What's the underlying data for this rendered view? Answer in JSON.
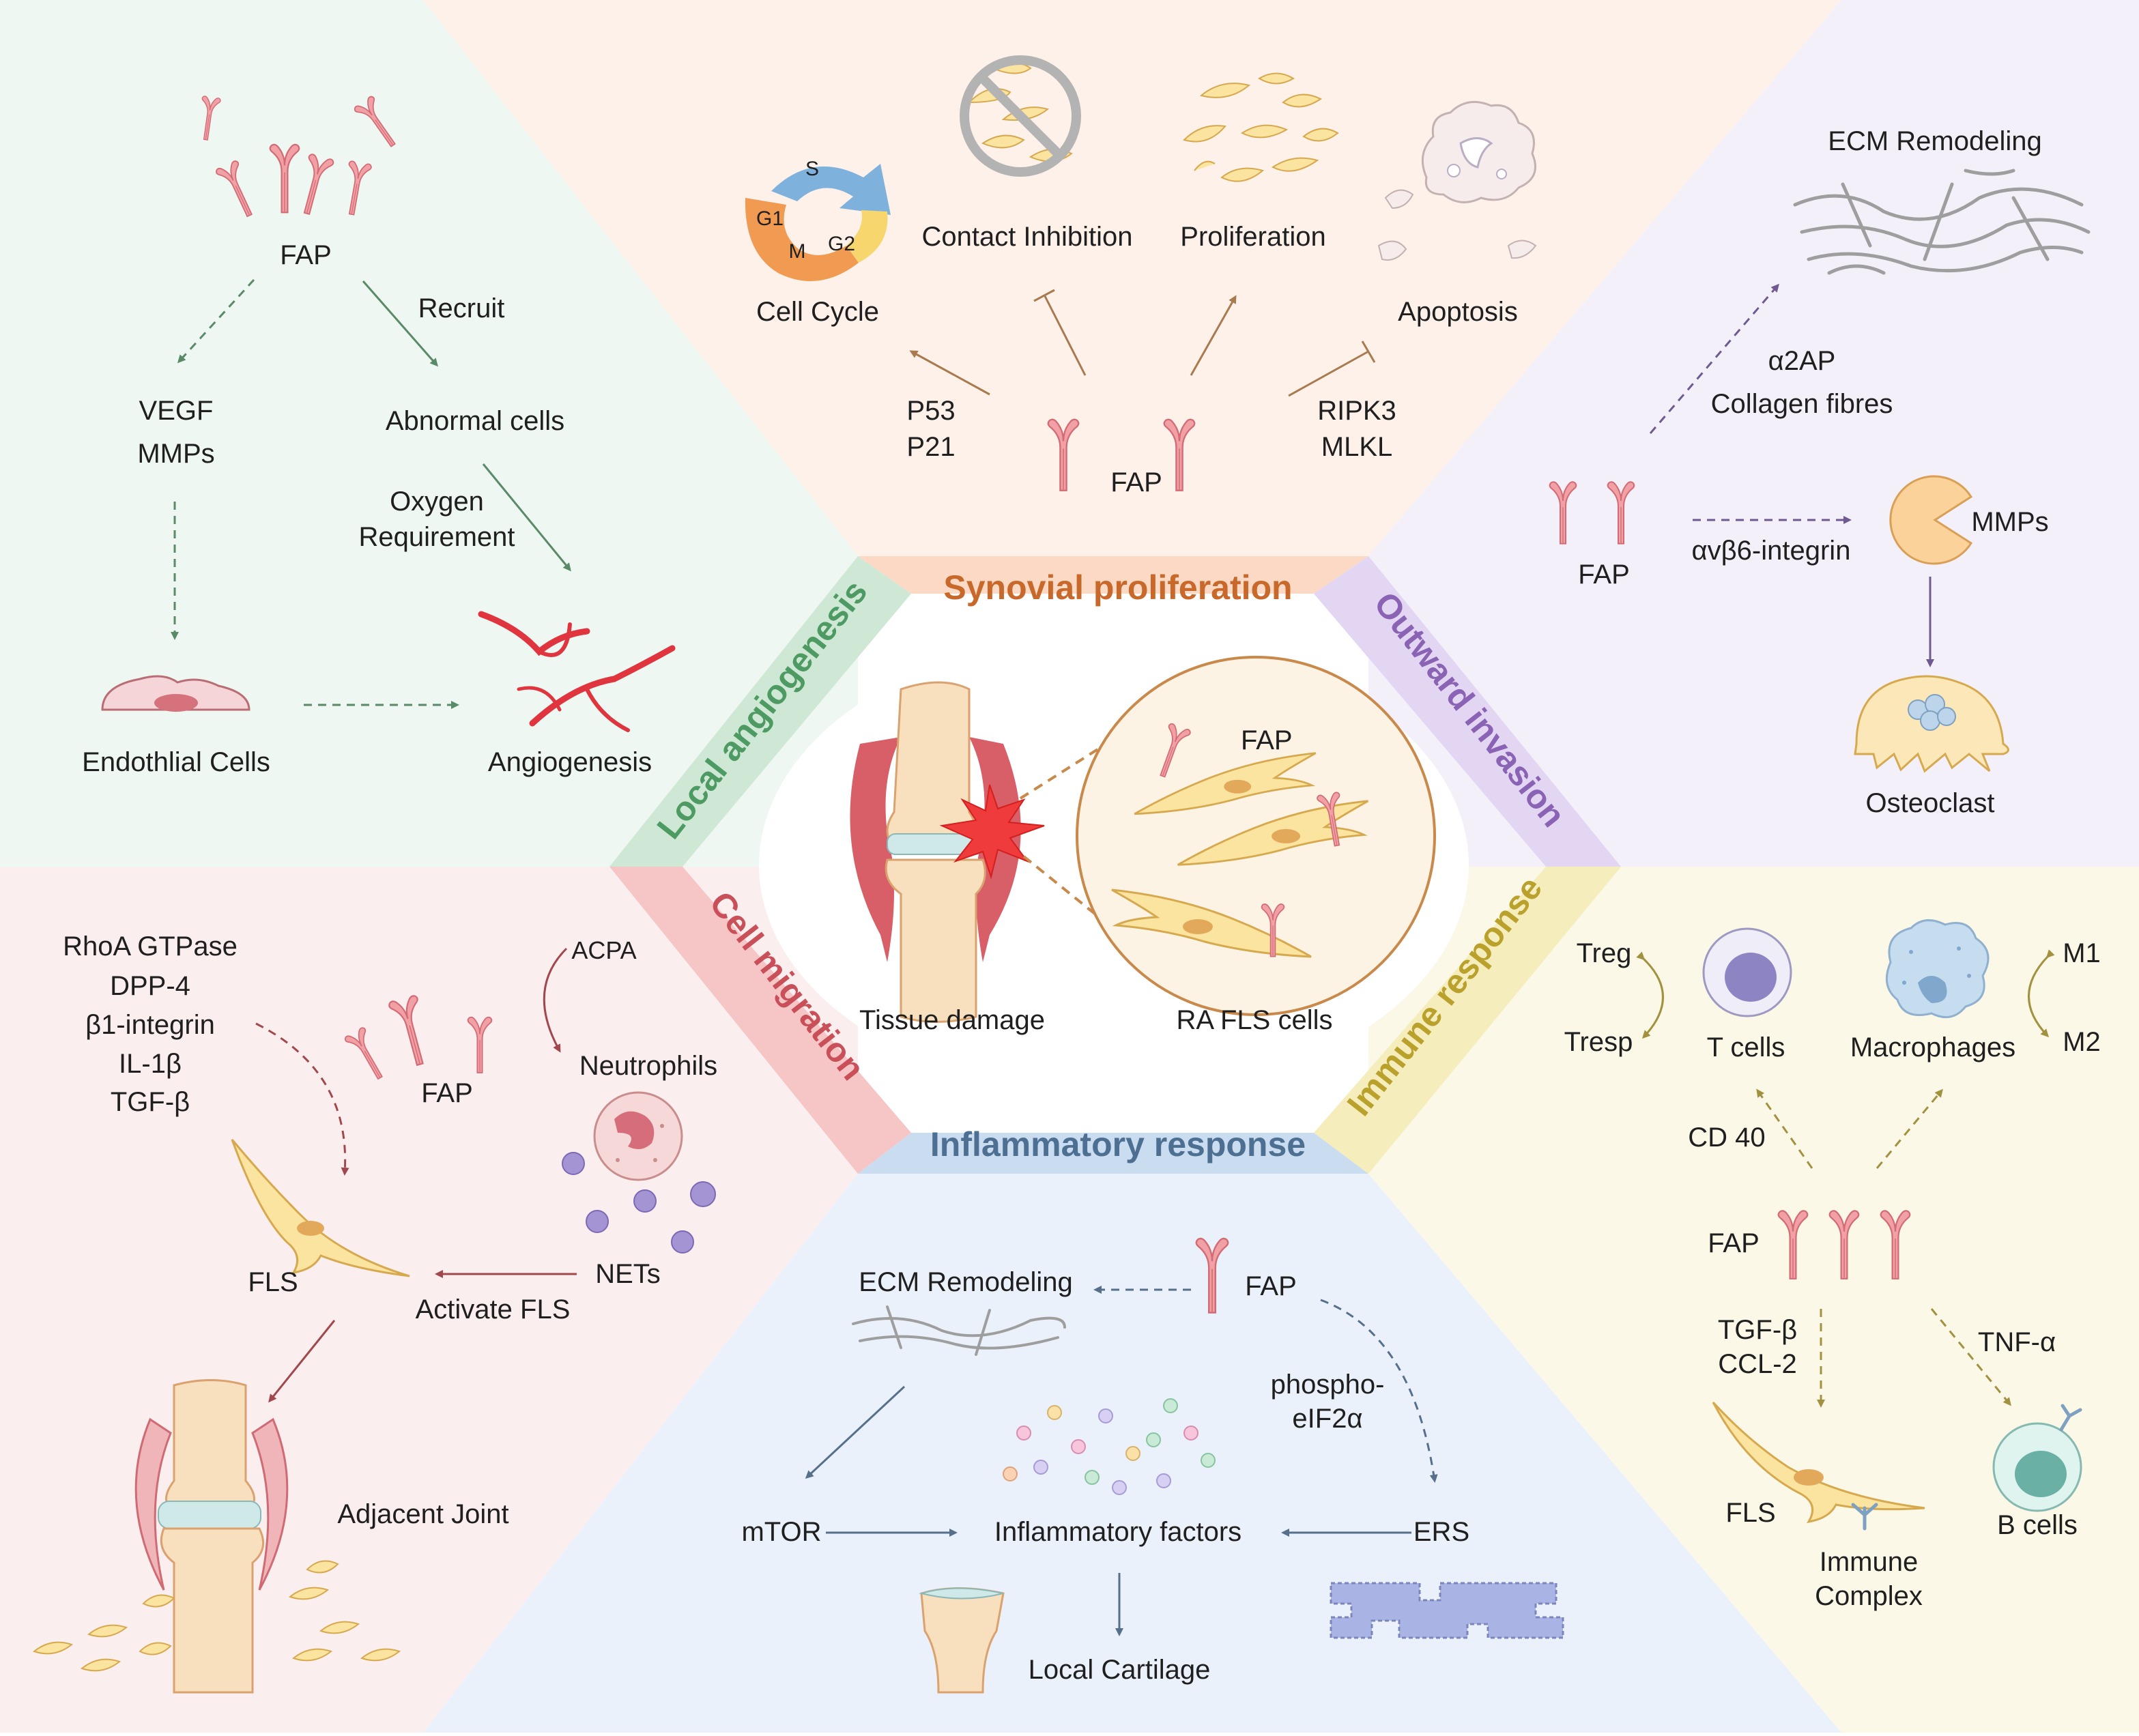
{
  "colors": {
    "angiogenesis_bg": "#eef7f1",
    "synovial_bg": "#fdf1ea",
    "invasion_bg": "#f4f0fa",
    "migration_bg": "#fbeeee",
    "inflammatory_bg": "#eaf1fa",
    "immune_bg": "#fbf8e8",
    "angiogenesis_band": "#cfe8d6",
    "synovial_band": "#fbd9c4",
    "invasion_band": "#e3d6f2",
    "migration_band": "#f6c6c6",
    "inflammatory_band": "#c9dcf0",
    "immune_band": "#f6edbc",
    "fap_receptor": "#f1a0a6",
    "fls_cell": "#fbe3a0",
    "vessel_red": "#e0353f",
    "center_ellipse": "#ffffff"
  },
  "bands": {
    "angiogenesis": "Local angiogenesis",
    "synovial": "Synovial proliferation",
    "invasion": "Outward invasion",
    "migration": "Cell migration",
    "inflammatory": "Inflammatory response",
    "immune": "Immune response"
  },
  "center": {
    "tissue_damage": "Tissue damage",
    "fap": "FAP",
    "ra_fls": "RA FLS cells"
  },
  "angiogenesis": {
    "fap": "FAP",
    "recruit": "Recruit",
    "vegf": "VEGF",
    "mmps": "MMPs",
    "abnormal_cells": "Abnormal cells",
    "oxygen": "Oxygen",
    "requirement": "Requirement",
    "endothelial": "Endothlial Cells",
    "angiogenesis": "Angiogenesis"
  },
  "synovial": {
    "cell_cycle": "Cell Cycle",
    "phase_s": "S",
    "phase_g1": "G1",
    "phase_m": "M",
    "phase_g2": "G2",
    "contact_inhibition": "Contact Inhibition",
    "proliferation": "Proliferation",
    "apoptosis": "Apoptosis",
    "p53": "P53",
    "p21": "P21",
    "fap": "FAP",
    "ripk3": "RIPK3",
    "mlkl": "MLKL"
  },
  "invasion": {
    "ecm": "ECM Remodeling",
    "a2ap": "α2AP",
    "collagen": "Collagen fibres",
    "fap": "FAP",
    "integrin": "αvβ6-integrin",
    "mmps": "MMPs",
    "osteoclast": "Osteoclast"
  },
  "migration": {
    "rhoa": "RhoA GTPase",
    "dpp4": "DPP-4",
    "b1int": "β1-integrin",
    "il1b": "IL-1β",
    "tgfb": "TGF-β",
    "acpa": "ACPA",
    "fap": "FAP",
    "neutrophils": "Neutrophils",
    "fls": "FLS",
    "nets": "NETs",
    "activate_fls": "Activate FLS",
    "adjacent_joint": "Adjacent Joint"
  },
  "inflammatory": {
    "ecm": "ECM Remodeling",
    "fap": "FAP",
    "phospho": "phospho-",
    "eif2a": "eIF2α",
    "mtor": "mTOR",
    "factors": "Inflammatory factors",
    "ers": "ERS",
    "cartilage": "Local Cartilage"
  },
  "immune": {
    "treg": "Treg",
    "tresp": "Tresp",
    "t_cells": "T cells",
    "macrophages": "Macrophages",
    "m1": "M1",
    "m2": "M2",
    "cd40": "CD 40",
    "fap": "FAP",
    "tgfb": "TGF-β",
    "ccl2": "CCL-2",
    "tnfa": "TNF-α",
    "fls": "FLS",
    "immune": "Immune",
    "complex": "Complex",
    "b_cells": "B cells"
  }
}
